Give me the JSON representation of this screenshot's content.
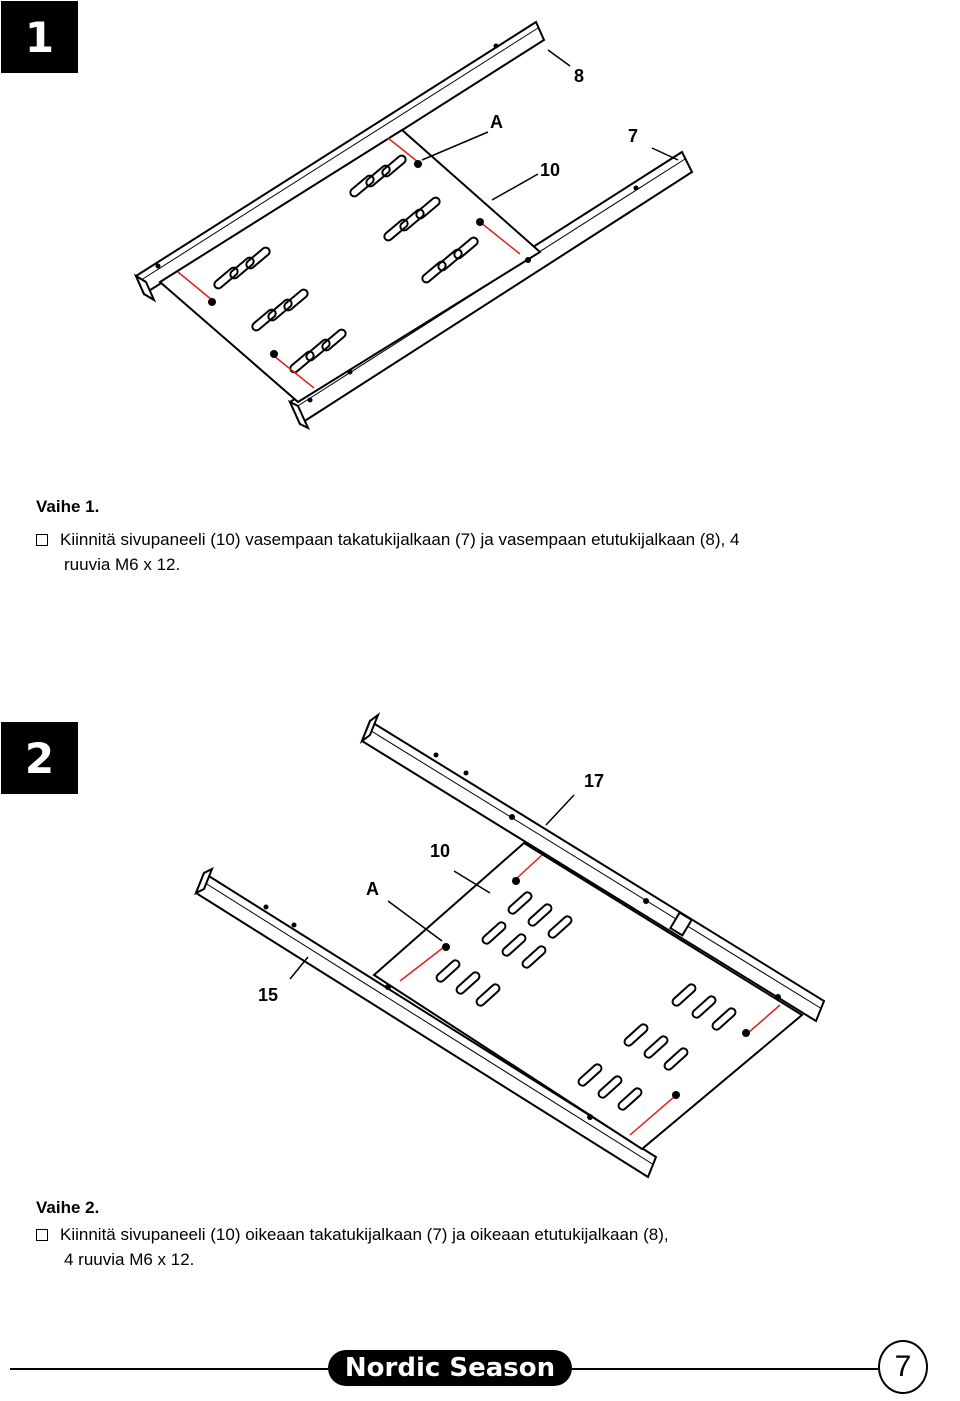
{
  "step1": {
    "badge": "1",
    "title": "Vaihe 1.",
    "line1": "Kiinnitä sivupaneeli (10) vasempaan takatukijalkaan (7) ja vasempaan etutukijalkaan (8), 4",
    "line2": "ruuvia M6 x 12.",
    "labels": {
      "a": "A",
      "p8": "8",
      "p7": "7",
      "p10": "10"
    }
  },
  "step2": {
    "badge": "2",
    "title": "Vaihe 2.",
    "line1": "Kiinnitä sivupaneeli (10) oikeaan takatukijalkaan (7) ja oikeaan etutukijalkaan (8),",
    "line2": "4 ruuvia  M6 x 12.",
    "labels": {
      "p17": "17",
      "p10": "10",
      "a": "A",
      "p15": "15"
    }
  },
  "footer": {
    "brand": "Nordic Season",
    "page_number": "7"
  },
  "colors": {
    "screw_line": "#e0201a",
    "ink": "#000000"
  }
}
